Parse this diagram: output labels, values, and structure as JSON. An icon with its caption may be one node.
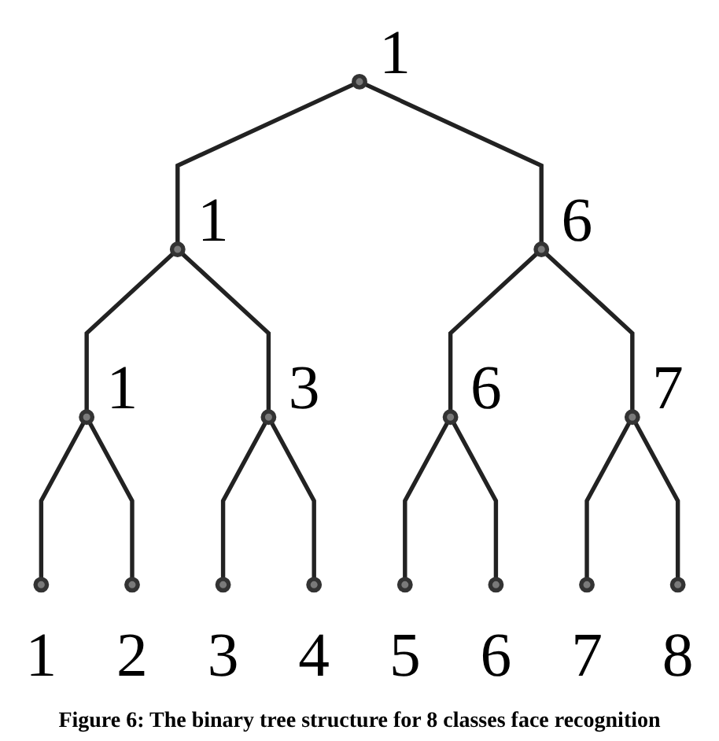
{
  "diagram": {
    "caption": "Figure 6: The binary tree structure for 8 classes face recognition",
    "nodes": [
      {
        "text": [],
        "shape": "circle",
        "beside": [
          "1"
        ]
      },
      {
        "text": [],
        "shape": "circle",
        "beside": [
          "1"
        ]
      },
      {
        "text": [],
        "shape": "circle",
        "beside": [
          "6"
        ]
      },
      {
        "text": [],
        "shape": "circle",
        "beside": [
          "1"
        ]
      },
      {
        "text": [],
        "shape": "circle",
        "beside": [
          "3"
        ]
      },
      {
        "text": [],
        "shape": "circle",
        "beside": [
          "6"
        ]
      },
      {
        "text": [],
        "shape": "circle",
        "beside": [
          "7"
        ]
      },
      {
        "text": [],
        "shape": "circle",
        "beside": [
          "1"
        ]
      },
      {
        "text": [],
        "shape": "circle",
        "beside": [
          "2"
        ]
      },
      {
        "text": [],
        "shape": "circle",
        "beside": [
          "3"
        ]
      },
      {
        "text": [],
        "shape": "circle",
        "beside": [
          "4"
        ]
      },
      {
        "text": [],
        "shape": "circle",
        "beside": [
          "5"
        ]
      },
      {
        "text": [],
        "shape": "circle",
        "beside": [
          "6"
        ]
      },
      {
        "text": [],
        "shape": "circle",
        "beside": [
          "7"
        ]
      },
      {
        "text": [],
        "shape": "circle",
        "beside": [
          "8"
        ]
      }
    ],
    "edges": [
      {
        "from": 0,
        "to": 1,
        "arrow": "none"
      },
      {
        "from": 0,
        "to": 2,
        "arrow": "none"
      },
      {
        "from": 1,
        "to": 3,
        "arrow": "none"
      },
      {
        "from": 1,
        "to": 4,
        "arrow": "none"
      },
      {
        "from": 2,
        "to": 5,
        "arrow": "none"
      },
      {
        "from": 2,
        "to": 6,
        "arrow": "none"
      },
      {
        "from": 3,
        "to": 7,
        "arrow": "none"
      },
      {
        "from": 3,
        "to": 8,
        "arrow": "none"
      },
      {
        "from": 4,
        "to": 9,
        "arrow": "none"
      },
      {
        "from": 4,
        "to": 10,
        "arrow": "none"
      },
      {
        "from": 5,
        "to": 11,
        "arrow": "none"
      },
      {
        "from": 5,
        "to": 12,
        "arrow": "none"
      },
      {
        "from": 6,
        "to": 13,
        "arrow": "none"
      },
      {
        "from": 6,
        "to": 14,
        "arrow": "none"
      }
    ]
  }
}
